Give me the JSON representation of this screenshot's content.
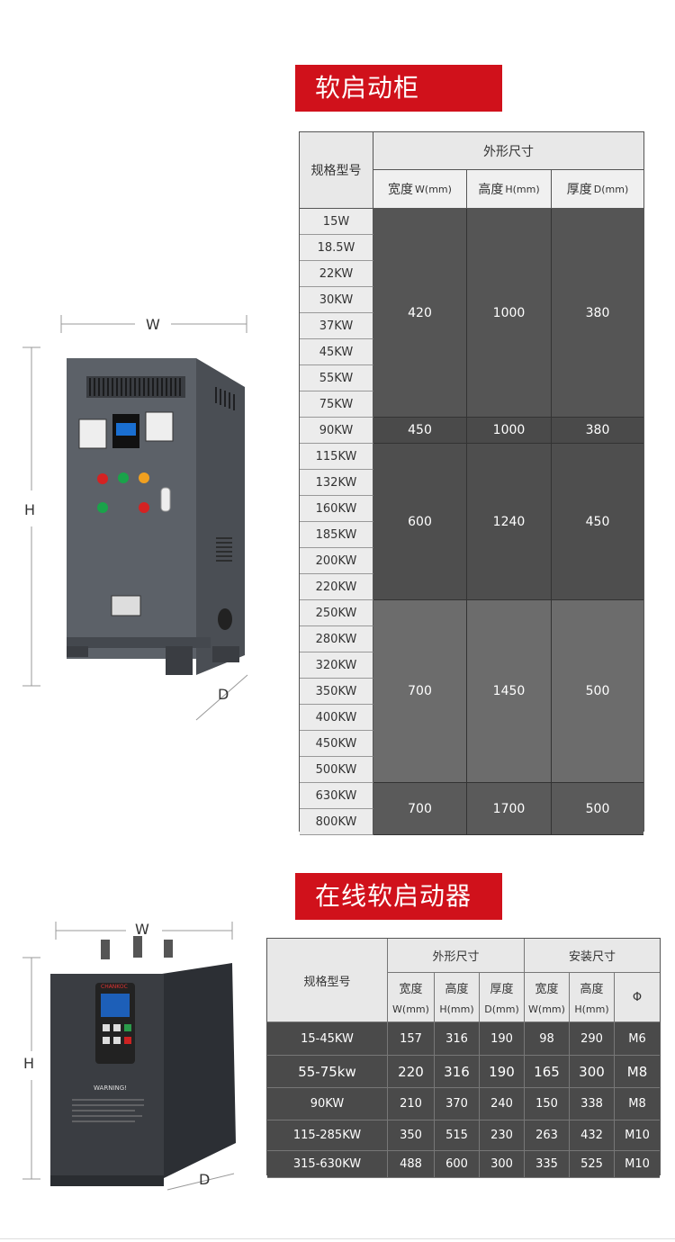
{
  "section1": {
    "title": "软启动柜",
    "header": {
      "model": "规格型号",
      "group": "外形尺寸"
    },
    "columns": [
      {
        "label": "宽度",
        "unit": "W(mm)"
      },
      {
        "label": "高度",
        "unit": "H(mm)"
      },
      {
        "label": "厚度",
        "unit": "D(mm)"
      }
    ],
    "models": [
      "15W",
      "18.5W",
      "22KW",
      "30KW",
      "37KW",
      "45KW",
      "55KW",
      "75KW",
      "90KW",
      "115KW",
      "132KW",
      "160KW",
      "185KW",
      "200KW",
      "220KW",
      "250KW",
      "280KW",
      "320KW",
      "350KW",
      "400KW",
      "450KW",
      "500KW",
      "630KW",
      "800KW"
    ],
    "groups": [
      {
        "rows": 8,
        "w": "420",
        "h": "1000",
        "d": "380"
      },
      {
        "rows": 1,
        "w": "450",
        "h": "1000",
        "d": "380"
      },
      {
        "rows": 6,
        "w": "600",
        "h": "1240",
        "d": "450"
      },
      {
        "rows": 7,
        "w": "700",
        "h": "1450",
        "d": "500"
      },
      {
        "rows": 2,
        "w": "700",
        "h": "1700",
        "d": "500"
      }
    ],
    "dims": {
      "w": "W",
      "h": "H",
      "d": "D"
    }
  },
  "section2": {
    "title": "在线软启动器",
    "header": {
      "model": "规格型号",
      "group_outer": "外形尺寸",
      "group_install": "安装尺寸",
      "cols": [
        {
          "label": "宽度",
          "unit": "W(mm)"
        },
        {
          "label": "高度",
          "unit": "H(mm)"
        },
        {
          "label": "厚度",
          "unit": "D(mm)"
        },
        {
          "label": "宽度",
          "unit": "W(mm)"
        },
        {
          "label": "高度",
          "unit": "H(mm)"
        },
        {
          "label": "Φ",
          "unit": ""
        }
      ]
    },
    "rows": [
      [
        "15-45KW",
        "157",
        "316",
        "190",
        "98",
        "290",
        "M6"
      ],
      [
        "55-75kw",
        "220",
        "316",
        "190",
        "165",
        "300",
        "M8"
      ],
      [
        "90KW",
        "210",
        "370",
        "240",
        "150",
        "338",
        "M8"
      ],
      [
        "115-285KW",
        "350",
        "515",
        "230",
        "263",
        "432",
        "M10"
      ],
      [
        "315-630KW",
        "488",
        "600",
        "300",
        "335",
        "525",
        "M10"
      ]
    ],
    "dims": {
      "w": "W",
      "h": "H",
      "d": "D"
    },
    "device": {
      "brand": "CHANKOC",
      "warning": "WARNING!"
    }
  }
}
